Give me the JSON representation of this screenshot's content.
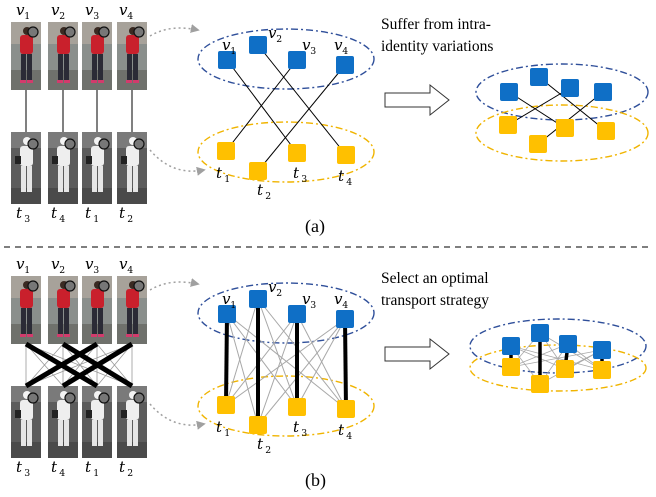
{
  "colors": {
    "visible_node": "#0f6fc6",
    "thermal_node": "#ffc000",
    "visible_ellipse": "#2f4f9a",
    "thermal_ellipse": "#f0b400",
    "connector": "#a0a0a0"
  },
  "panel_a": {
    "caption": "(a)",
    "note_line1": "Suffer from intra-",
    "note_line2": "identity variations",
    "top_labels": [
      {
        "base": "v",
        "sub": "1"
      },
      {
        "base": "v",
        "sub": "2"
      },
      {
        "base": "v",
        "sub": "3"
      },
      {
        "base": "v",
        "sub": "4"
      }
    ],
    "bottom_labels": [
      {
        "base": "t",
        "sub": "3"
      },
      {
        "base": "t",
        "sub": "4"
      },
      {
        "base": "t",
        "sub": "1"
      },
      {
        "base": "t",
        "sub": "2"
      }
    ],
    "graph_v_labels": [
      {
        "base": "v",
        "sub": "1"
      },
      {
        "base": "v",
        "sub": "2"
      },
      {
        "base": "v",
        "sub": "3"
      },
      {
        "base": "v",
        "sub": "4"
      }
    ],
    "graph_t_labels": [
      {
        "base": "t",
        "sub": "1"
      },
      {
        "base": "t",
        "sub": "2"
      },
      {
        "base": "t",
        "sub": "3"
      },
      {
        "base": "t",
        "sub": "4"
      }
    ]
  },
  "panel_b": {
    "caption": "(b)",
    "note_line1": "Select an optimal",
    "note_line2": "transport strategy",
    "top_labels": [
      {
        "base": "v",
        "sub": "1"
      },
      {
        "base": "v",
        "sub": "2"
      },
      {
        "base": "v",
        "sub": "3"
      },
      {
        "base": "v",
        "sub": "4"
      }
    ],
    "bottom_labels": [
      {
        "base": "t",
        "sub": "3"
      },
      {
        "base": "t",
        "sub": "4"
      },
      {
        "base": "t",
        "sub": "1"
      },
      {
        "base": "t",
        "sub": "2"
      }
    ],
    "graph_v_labels": [
      {
        "base": "v",
        "sub": "1"
      },
      {
        "base": "v",
        "sub": "2"
      },
      {
        "base": "v",
        "sub": "3"
      },
      {
        "base": "v",
        "sub": "4"
      }
    ],
    "graph_t_labels": [
      {
        "base": "t",
        "sub": "1"
      },
      {
        "base": "t",
        "sub": "2"
      },
      {
        "base": "t",
        "sub": "3"
      },
      {
        "base": "t",
        "sub": "4"
      }
    ]
  }
}
